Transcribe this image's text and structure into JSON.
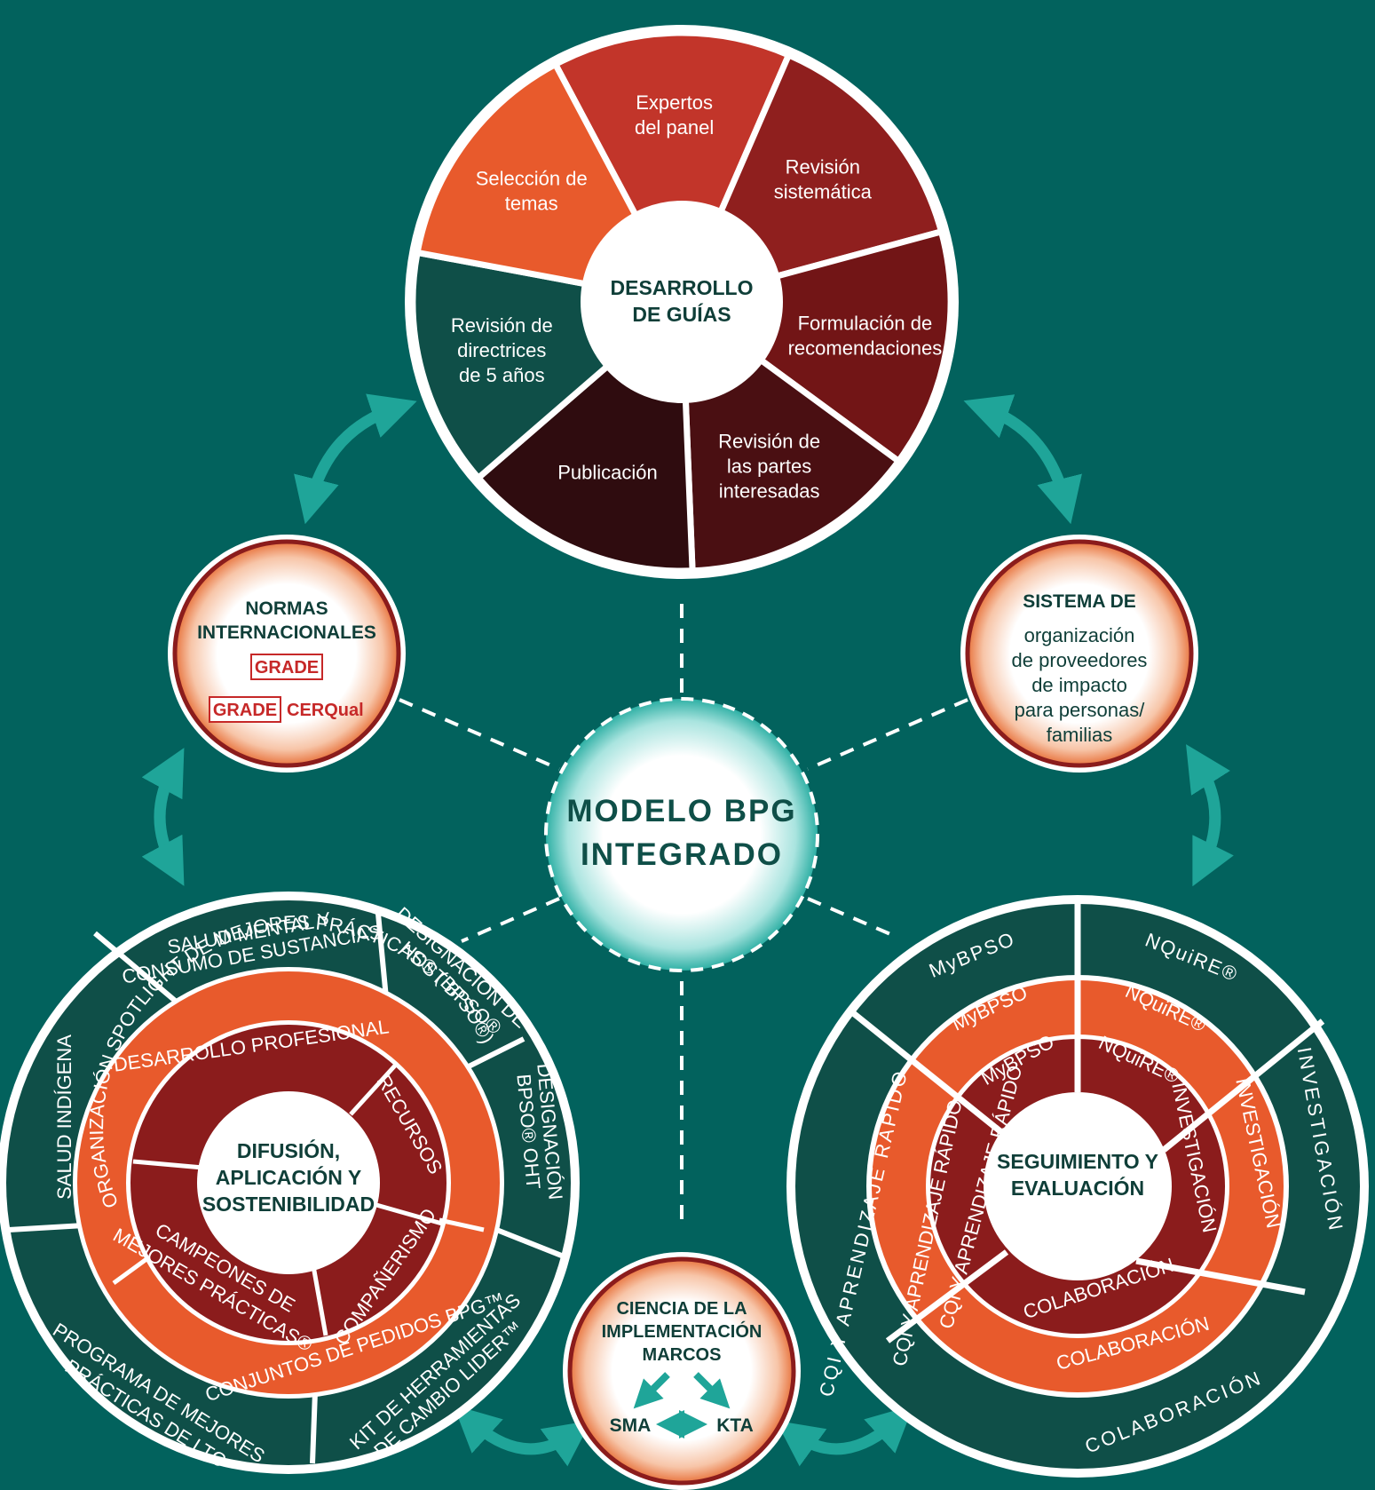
{
  "center": {
    "line1": "MODELO BPG",
    "line2": "INTEGRADO"
  },
  "guides": {
    "center_line1": "DESARROLLO",
    "center_line2": "DE GUÍAS",
    "segments": [
      {
        "lines": [
          "Expertos",
          "del panel"
        ],
        "color": "#c2352a"
      },
      {
        "lines": [
          "Revisión",
          "sistemática"
        ],
        "color": "#8f1f1e"
      },
      {
        "lines": [
          "Formulación de",
          "recomendaciones"
        ],
        "color": "#721516"
      },
      {
        "lines": [
          "Revisión de",
          "las partes",
          "interesadas"
        ],
        "color": "#4a0f12"
      },
      {
        "lines": [
          "Publicación"
        ],
        "color": "#2f0c0f"
      },
      {
        "lines": [
          "Revisión de",
          "directrices",
          "de 5 años"
        ],
        "color": "#0f4f48"
      },
      {
        "lines": [
          "Selección de",
          "temas"
        ],
        "color": "#e85a2c"
      }
    ]
  },
  "standards": {
    "title_line1": "NORMAS",
    "title_line2": "INTERNACIONALES",
    "logo1": "GRADE",
    "logo2_box": "GRADE",
    "logo2_text": "CERQual"
  },
  "system": {
    "title": "SISTEMA DE",
    "lines": [
      "organización",
      "de proveedores",
      "de impacto",
      "para personas/",
      "familias"
    ]
  },
  "implementation": {
    "lines": [
      "CIENCIA DE LA",
      "IMPLEMENTACIÓN",
      "MARCOS"
    ],
    "sma": "SMA",
    "kta": "KTA"
  },
  "diffusion": {
    "center_lines": [
      "DIFUSIÓN,",
      "APLICACIÓN Y",
      "SOSTENIBILIDAD"
    ],
    "inner": [
      "DESARROLLO PROFESIONAL",
      "RECURSOS",
      "COMPAÑERISMO",
      "CAMPEONES DE",
      "MEJORES PRÁCTICAS®"
    ],
    "middle": [
      "ORGANIZACIÓN SPOTLIGHT DE MEJORES PRÁCTICAS® (BPSO®)",
      "CONJUNTOS DE PEDIDOS BPG™"
    ],
    "outer": [
      "SALUD MENTAL Y",
      "CONSUMO DE SUSTANCIAS",
      "DESIGNACIÓN DE",
      "HOST BPSO®",
      "DESIGNACIÓN",
      "BPSO® OHT",
      "KIT DE HERRAMIENTAS",
      "DE CAMBIO LIDER™",
      "PROGRAMA DE MEJORES",
      "PRÁCTICAS DE LTC",
      "SALUD INDÍGENA"
    ]
  },
  "evaluation": {
    "center_lines": [
      "SEGUIMIENTO Y",
      "EVALUACIÓN"
    ],
    "outer": [
      "MyBPSO",
      "NQuiRE®",
      "INVESTIGACIÓN",
      "COLABORACIÓN",
      "CQI Y APRENDIZAJE RÁPIDO"
    ],
    "middle": [
      "MyBPSO",
      "NQuiRE®",
      "INVESTIGACIÓN",
      "COLABORACIÓN",
      "CQI Y APRENDIZAJE RÁPIDO"
    ],
    "inner": [
      "MyBPSO",
      "NQuiRE®",
      "INVESTIGACIÓN",
      "COLABORACIÓN",
      "CQI Y APRENDIZAJE RÁPIDO"
    ]
  },
  "colors": {
    "background": "#02625d",
    "orange": "#e85a2c",
    "maroon": "#8b1c1c",
    "dark_green": "#0f4f48",
    "teal_arrow": "#1fa599"
  }
}
